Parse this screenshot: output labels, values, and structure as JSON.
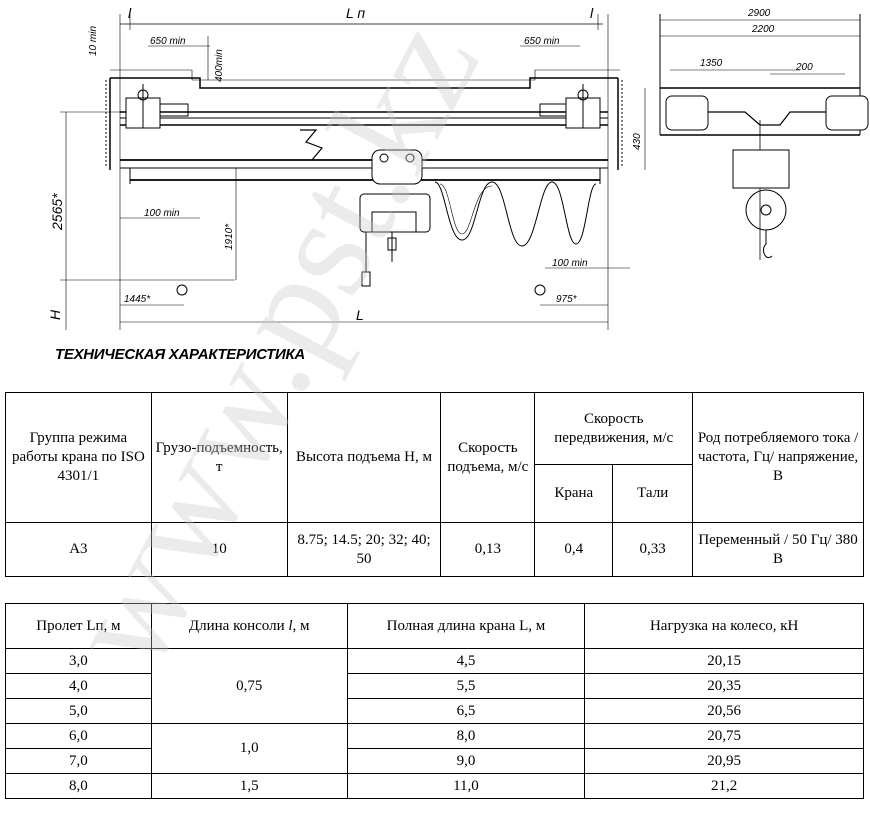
{
  "drawing": {
    "labels": {
      "span": "L п",
      "console_left": "l",
      "console_right": "l",
      "full_length": "L",
      "dim_650_left": "650 min",
      "dim_650_right": "650 min",
      "dim_400": "400min",
      "dim_10": "10 min",
      "dim_2565": "2565*",
      "dim_1910": "1910*",
      "dim_100_left": "100 min",
      "dim_100_right": "100 min",
      "dim_1445": "1445*",
      "dim_975": "975*",
      "dim_h": "H",
      "side_2900": "2900",
      "side_2200": "2200",
      "side_1350": "1350",
      "side_200": "200",
      "side_430": "430"
    }
  },
  "heading": "ТЕХНИЧЕСКАЯ ХАРАКТЕРИСТИКА",
  "table1": {
    "headers": {
      "mode_group": "Группа режима работы крана по ISO 4301/1",
      "capacity": "Грузо-подъемность, т",
      "lift_height": "Высота подъема Н, м",
      "lift_speed": "Скорость подъема, м/с",
      "travel_speed": "Скорость передвижения, м/с",
      "travel_crane": "Крана",
      "travel_hoist": "Тали",
      "current": "Род потребляемого тока /частота, Гц/ напряжение, В"
    },
    "row": {
      "mode_group": "А3",
      "capacity": "10",
      "lift_height": "8.75; 14.5; 20; 32; 40; 50",
      "lift_speed": "0,13",
      "travel_crane": "0,4",
      "travel_hoist": "0,33",
      "current": "Переменный / 50 Гц/ 380 В"
    }
  },
  "table2": {
    "headers": {
      "span": "Пролет Lп, м",
      "console": "Длина консоли",
      "console_symbol": "l",
      "console_unit": ", м",
      "full_length": "Полная длина крана L, м",
      "wheel_load": "Нагрузка на колесо, кН"
    },
    "rows": [
      {
        "span": "3,0",
        "full_length": "4,5",
        "wheel_load": "20,15"
      },
      {
        "span": "4,0",
        "full_length": "5,5",
        "wheel_load": "20,35"
      },
      {
        "span": "5,0",
        "full_length": "6,5",
        "wheel_load": "20,56"
      },
      {
        "span": "6,0",
        "full_length": "8,0",
        "wheel_load": "20,75"
      },
      {
        "span": "7,0",
        "full_length": "9,0",
        "wheel_load": "20,95"
      },
      {
        "span": "8,0",
        "full_length": "11,0",
        "wheel_load": "21,2"
      }
    ],
    "console_groups": [
      "0,75",
      "1,0",
      "1,5"
    ]
  },
  "watermark": "www.pst.kz"
}
